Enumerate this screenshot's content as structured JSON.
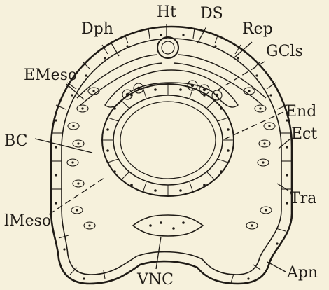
{
  "labels": {
    "dph": "Dph",
    "ht": "Ht",
    "ds": "DS",
    "rep": "Rep",
    "gcls": "GCls",
    "emeso": "EMeso",
    "end": "End",
    "bc": "BC",
    "ect": "Ect",
    "tra": "Tra",
    "lmeso": "lMeso",
    "vnc": "VNC",
    "apn": "Apn"
  },
  "colors": {
    "background": "#f6f1dc",
    "ink": "#1f1b16"
  }
}
